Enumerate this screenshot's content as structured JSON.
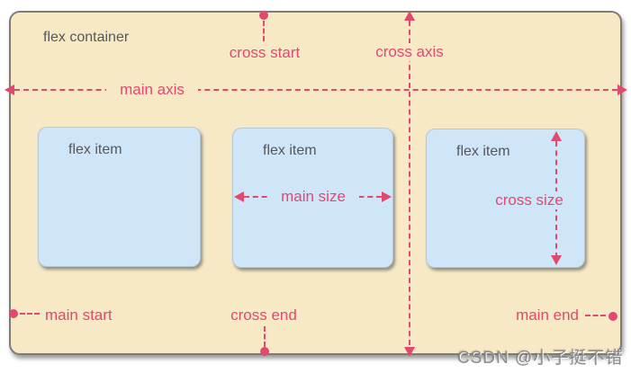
{
  "colors": {
    "accent": "#e1496f",
    "container_bg": "#f7e9c5",
    "item_bg": "#cfe6f8",
    "container_border": "#7c7c7c",
    "label_text": "#56575b"
  },
  "diagram": {
    "container_label": "flex container",
    "items": [
      {
        "label": "flex item"
      },
      {
        "label": "flex item"
      },
      {
        "label": "flex item"
      }
    ],
    "axes": {
      "main_axis": "main axis",
      "cross_axis": "cross axis"
    },
    "edges": {
      "main_start": "main start",
      "main_end": "main end",
      "cross_start": "cross start",
      "cross_end": "cross end"
    },
    "sizes": {
      "main_size": "main size",
      "cross_size": "cross size"
    }
  },
  "watermark": {
    "text": "CSDN @小子挺不错"
  }
}
